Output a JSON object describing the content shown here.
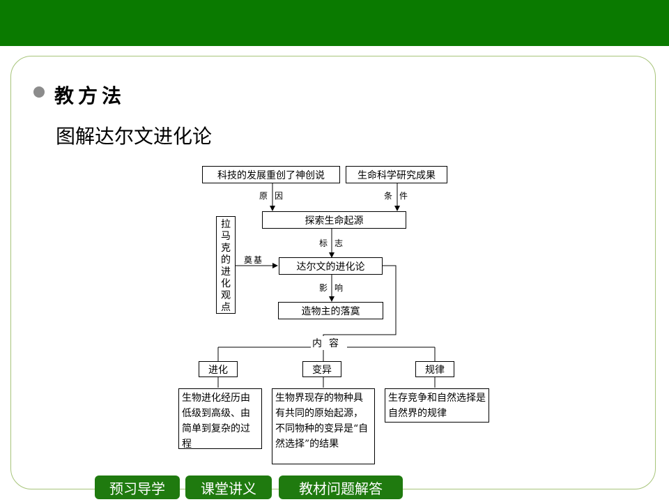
{
  "slide": {
    "heading": "教方法",
    "subtitle": "图解达尔文进化论"
  },
  "diagram": {
    "box_cause1": "科技的发展重创了神创说",
    "box_cause2": "生命科学研究成果",
    "label_reason": "原因",
    "label_condition": "条件",
    "box_explore": "探索生命起源",
    "label_mark": "标志",
    "box_lamarck": "拉马克的进化观点",
    "label_foundation": "奠基",
    "box_darwin": "达尔文的进化论",
    "label_influence": "影响",
    "box_creator": "造物主的落寞",
    "label_content": "内容",
    "box_evolution": "进化",
    "box_variation": "变异",
    "box_law": "规律",
    "text_evolution": "生物进化经历由低级到高级、由简单到复杂的过程",
    "text_variation": "生物界现存的物种具有共同的原始起源，不同物种的变异是“自然选择”的结果",
    "text_law": "生存竞争和自然选择是自然界的规律"
  },
  "nav": {
    "btn1": "预习导学",
    "btn2": "课堂讲义",
    "btn3": "教材问题解答"
  },
  "colors": {
    "topbar": "#0a7a00",
    "nav_button": "#1f7a0f",
    "frame_border": "#a7c47a",
    "bullet": "#8c8c8c"
  }
}
